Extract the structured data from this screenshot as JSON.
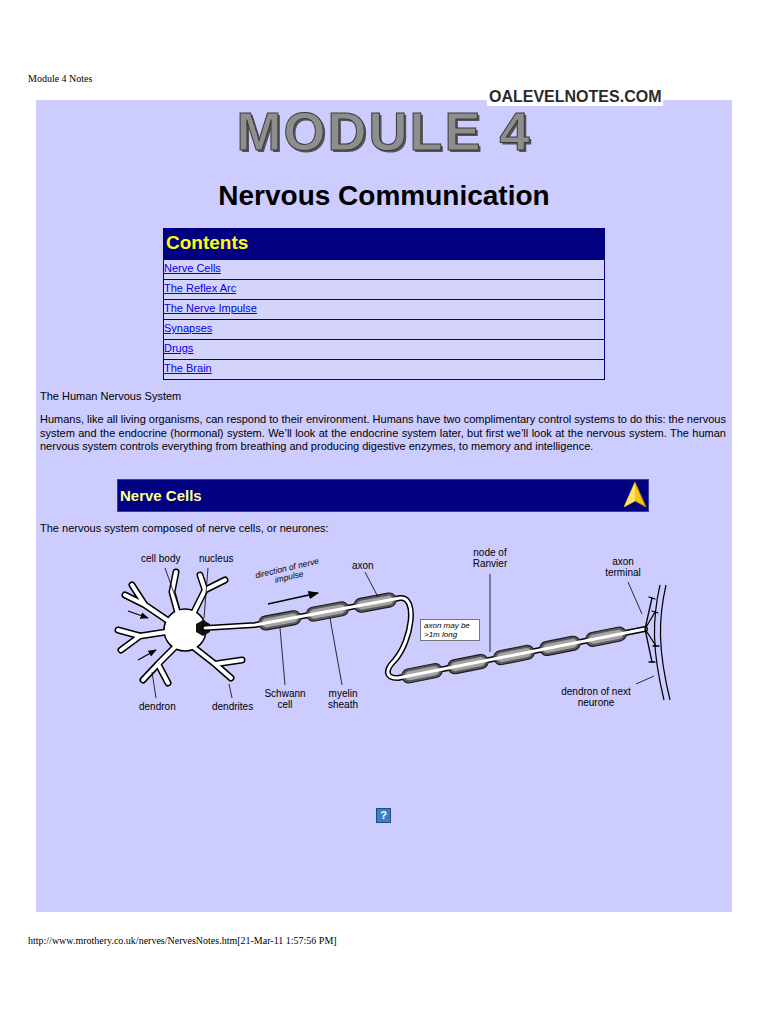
{
  "diagram": {
    "title": "Nervous Communication",
    "nodes": [
      {
        "text": [
          "Contents"
        ]
      },
      {
        "text": [
          "Nerve Cells"
        ]
      },
      {
        "text": [
          "The Reflex Arc"
        ]
      },
      {
        "text": [
          "The Nerve Impulse"
        ]
      },
      {
        "text": [
          "Synapses"
        ]
      },
      {
        "text": [
          "Drugs"
        ]
      },
      {
        "text": [
          "The Brain"
        ]
      },
      {
        "text": [
          "Nerve Cells"
        ]
      },
      {
        "text": [
          "axon may be >1m long"
        ]
      },
      {
        "text": [
          "?"
        ]
      }
    ],
    "labels": [
      "Module 4 Notes",
      "OALEVELNOTES.COM",
      "MODULE 4",
      "The Human Nervous System",
      "Humans, like all living organisms, can respond to their environment. Humans have two complimentary control systems to do this: the nervous system and the endocrine (hormonal) system. We’ll look at the endocrine system later, but first we’ll look at the nervous system. The human nervous system controls everything from breathing and producing digestive enzymes, to memory and intelligence.",
      "The nervous system composed of nerve cells, or neurones:",
      "cell body",
      "nucleus",
      "direction of nerve impulse",
      "axon",
      "node of Ranvier",
      "axon terminal",
      "dendron",
      "dendrites",
      "Schwann cell",
      "myelin sheath",
      "dendron of next neurone",
      "http://www.mrothery.co.uk/nerves/NervesNotes.htm[21-Mar-11 1:57:56 PM]"
    ]
  }
}
